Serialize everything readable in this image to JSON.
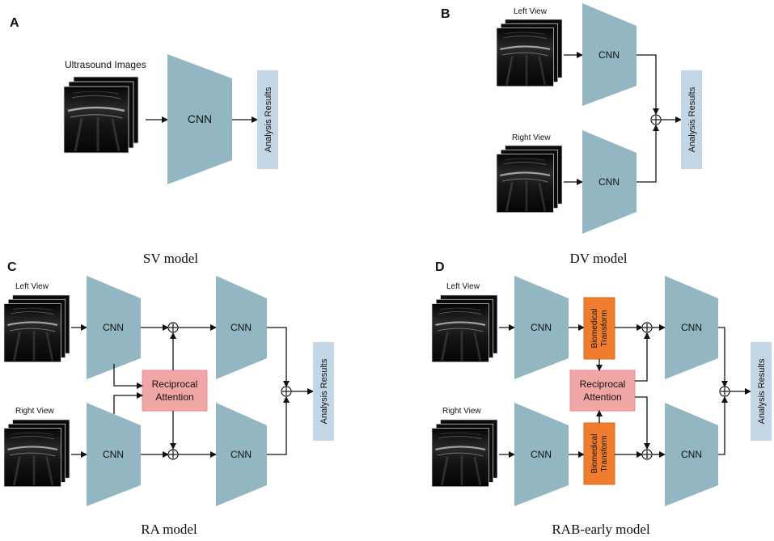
{
  "panels": {
    "a": {
      "letter": "A",
      "caption": "SV model",
      "input_label": "Ultrasound Images",
      "cnn": "CNN",
      "result": "Analysis Results"
    },
    "b": {
      "letter": "B",
      "caption": "DV model",
      "left_label": "Left View",
      "right_label": "Right View",
      "cnn_top": "CNN",
      "cnn_bottom": "CNN",
      "result": "Analysis Results"
    },
    "c": {
      "letter": "C",
      "caption": "RA model",
      "left_label": "Left View",
      "right_label": "Right View",
      "cnn1": "CNN",
      "cnn2": "CNN",
      "cnn3": "CNN",
      "cnn4": "CNN",
      "attention_line1": "Reciprocal",
      "attention_line2": "Attention",
      "result": "Analysis Results"
    },
    "d": {
      "letter": "D",
      "caption": "RAB-early model",
      "left_label": "Left View",
      "right_label": "Right View",
      "cnn1": "CNN",
      "cnn2": "CNN",
      "cnn3": "CNN",
      "cnn4": "CNN",
      "bio_top_line1": "Biomedical",
      "bio_top_line2": "Transform",
      "bio_bottom_line1": "Biomedical",
      "bio_bottom_line2": "Transform",
      "attention_line1": "Reciprocal",
      "attention_line2": "Attention",
      "result": "Analysis Results"
    }
  },
  "colors": {
    "cnn": "#93b6c3",
    "result_box": "#c3d6e5",
    "attention": "#f1a6a6",
    "biomedical": "#ef7d2d"
  }
}
